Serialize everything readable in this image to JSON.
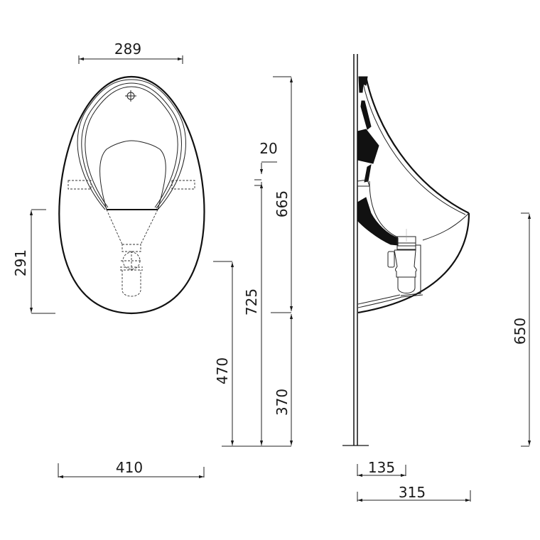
{
  "drawing": {
    "title": "Wall-hung urinal technical drawing",
    "front_view": {
      "dimensions": {
        "top_width": "289",
        "outlet_height": "291",
        "bottom_width": "410",
        "outlet_floor_height": "470"
      }
    },
    "middle_dims": {
      "inlet_offset": "20",
      "total_height": "665",
      "overall_height": "725",
      "bottom_floor_height": "370"
    },
    "side_view": {
      "dimensions": {
        "outlet_projection": "135",
        "total_projection": "315",
        "rim_height": "650"
      }
    },
    "colors": {
      "line": "#1a1a1a",
      "background": "#ffffff"
    }
  }
}
